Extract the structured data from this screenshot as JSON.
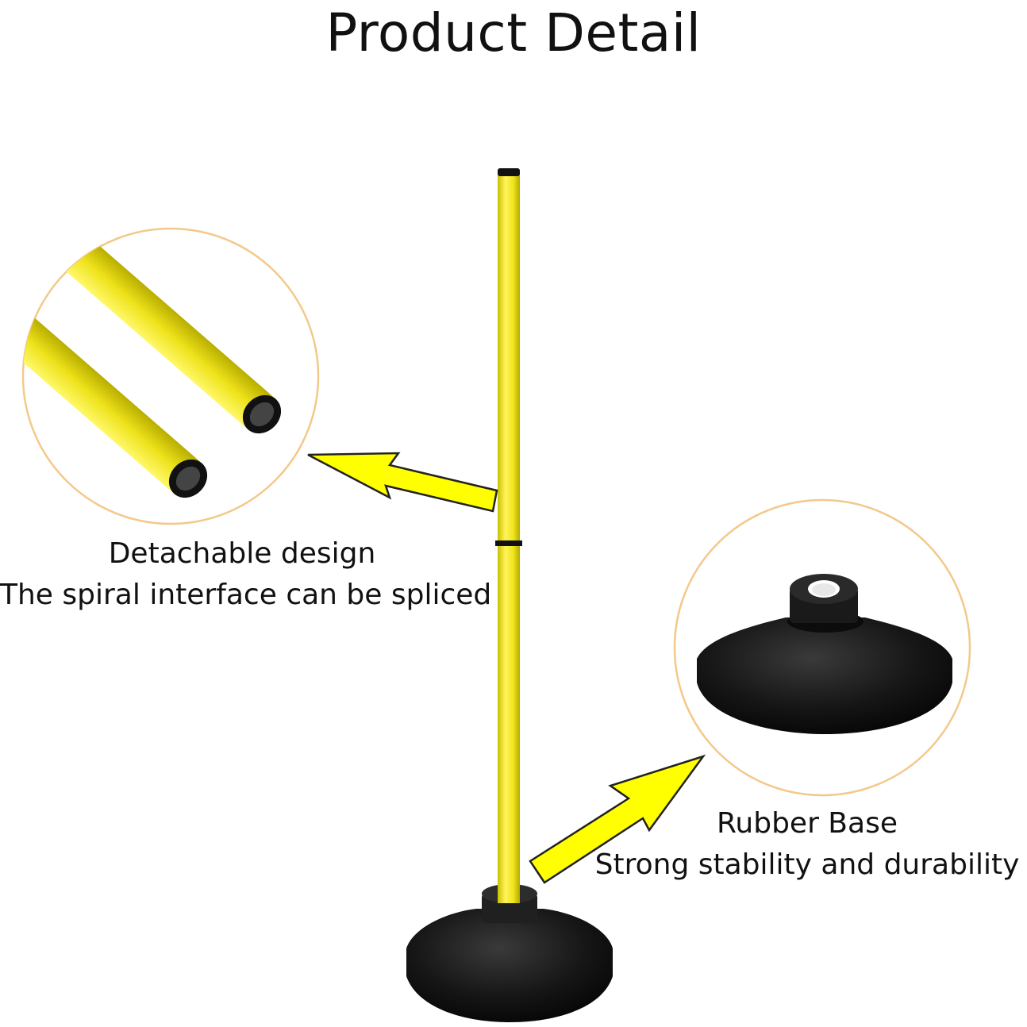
{
  "title": "Product Detail",
  "features": [
    {
      "heading": "Detachable design",
      "description": "The spiral interface can be spliced"
    },
    {
      "heading": "Rubber Base",
      "description": "Strong stability and durability"
    }
  ],
  "colors": {
    "pole_yellow": "#f2ea1b",
    "arrow_yellow": "#ffff00",
    "circle_outline": "#f3c98a",
    "rubber_black": "#0f0f0f",
    "background": "#ffffff"
  },
  "icons": [
    "arrow-left-icon",
    "arrow-up-right-icon"
  ]
}
